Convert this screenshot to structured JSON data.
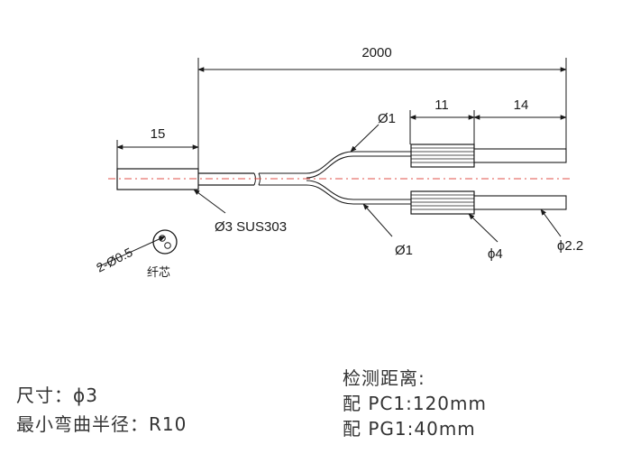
{
  "dimensions": {
    "total_length": "2000",
    "probe_length": "15",
    "connector_length": "11",
    "tail_length": "14"
  },
  "callouts": {
    "top_fiber": "Ø1",
    "bottom_fiber": "Ø1",
    "probe": "Ø3 SUS303",
    "connector": "ϕ4",
    "tail": "ϕ2.2",
    "core_count": "2-Ø0.5",
    "core_label": "纤芯"
  },
  "notes": {
    "size": "尺寸：ϕ3",
    "bend_radius": "最小弯曲半径：R10",
    "detect_title": "检测距离:",
    "pc1": "配 PC1:120mm",
    "pg1": "配 PG1:40mm"
  },
  "colors": {
    "line": "#1a1a1a",
    "centerline": "#e0524a"
  }
}
